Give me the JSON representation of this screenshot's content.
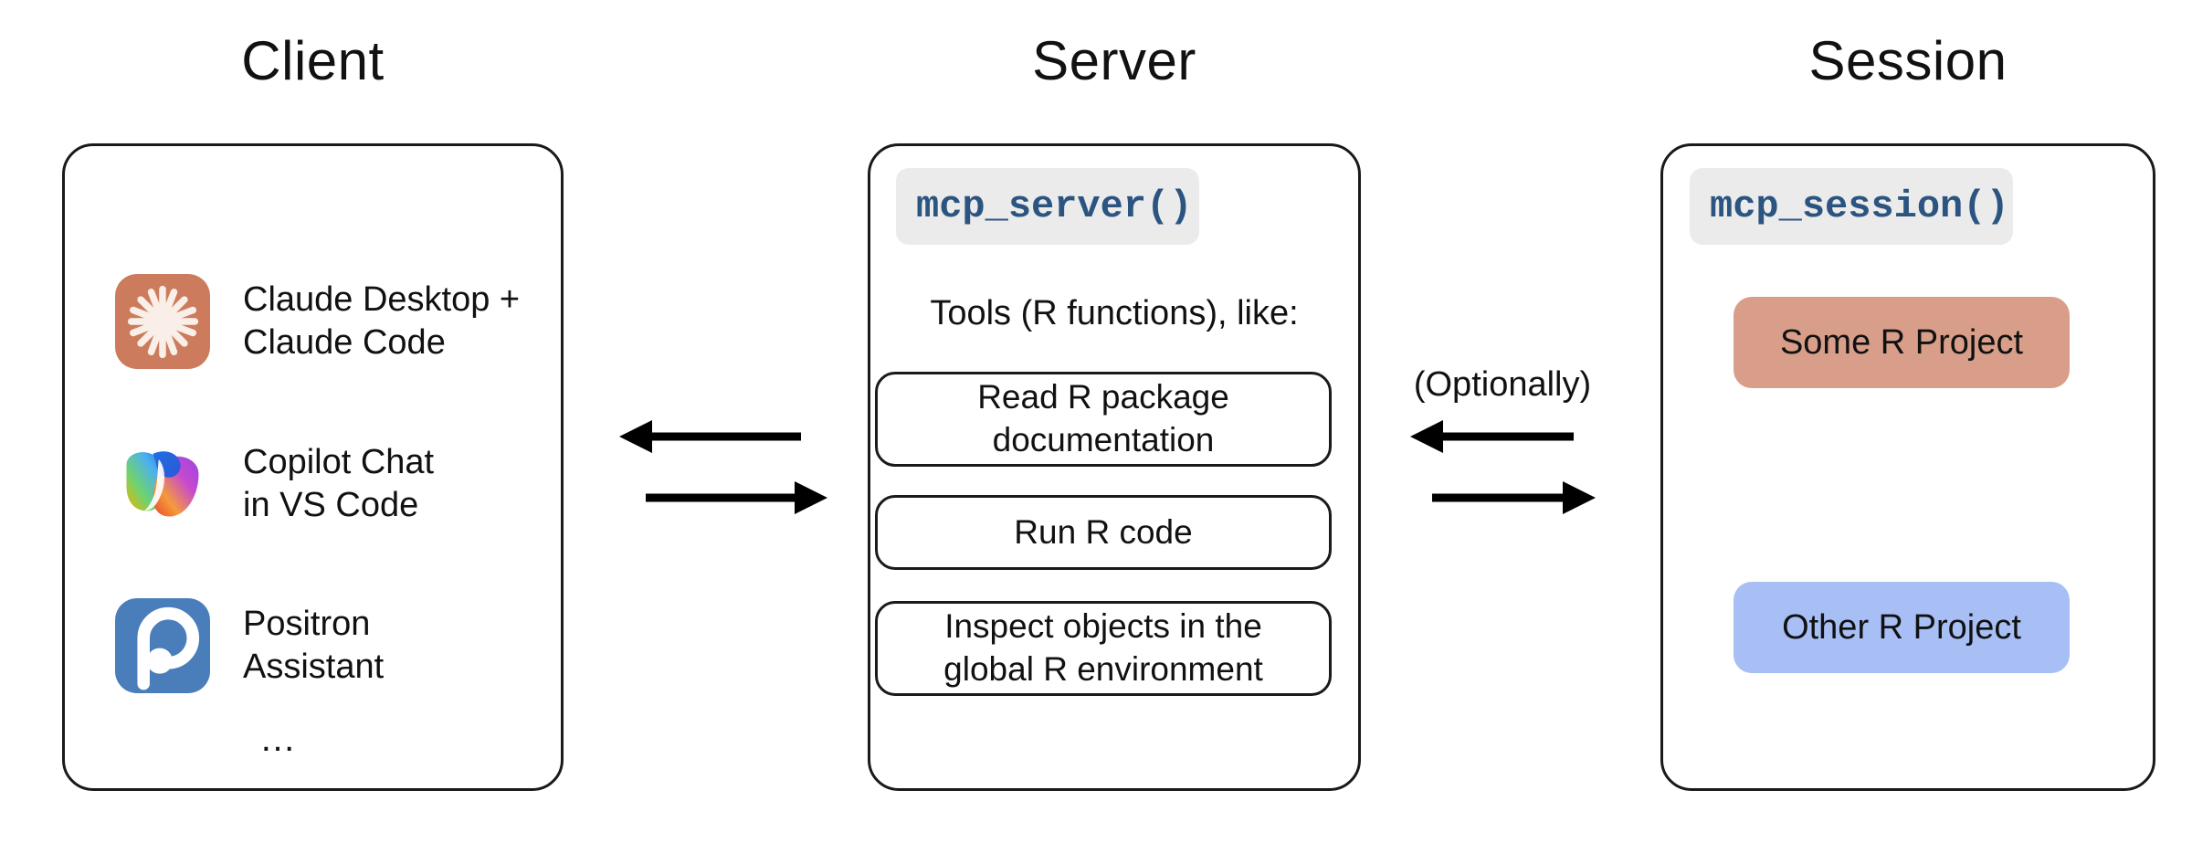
{
  "columns": [
    {
      "title": "Client"
    },
    {
      "title": "Server"
    },
    {
      "title": "Session"
    }
  ],
  "client": {
    "title": "Client",
    "items": [
      {
        "icon": "claude-icon",
        "label": "Claude Desktop +\nClaude Code"
      },
      {
        "icon": "copilot-icon",
        "label": "Copilot Chat\nin VS Code"
      },
      {
        "icon": "positron-icon",
        "label": "Positron\nAssistant"
      }
    ],
    "more": "…"
  },
  "server": {
    "title": "Server",
    "code_badge": "mcp_server()",
    "tools_caption": "Tools (R functions), like:",
    "tools": [
      {
        "label": "Read R package\ndocumentation"
      },
      {
        "label": "Run R code"
      },
      {
        "label": "Inspect objects in the\nglobal R environment"
      }
    ]
  },
  "session": {
    "title": "Session",
    "code_badge": "mcp_session()",
    "projects": [
      {
        "label": "Some R Project",
        "color": "#d89e8a"
      },
      {
        "label": "Other R Project",
        "color": "#a8bff5"
      }
    ]
  },
  "connectors": [
    {
      "id": "client-server",
      "label": "",
      "arrows": [
        {
          "direction": "left"
        },
        {
          "direction": "right"
        }
      ]
    },
    {
      "id": "server-session",
      "label": "(Optionally)",
      "arrows": [
        {
          "direction": "left"
        },
        {
          "direction": "right"
        }
      ]
    }
  ],
  "colors": {
    "stroke": "#1a1a1a",
    "code_badge_bg": "#ebebeb",
    "code_badge_fg": "#2b5580",
    "claude_icon_bg": "#cc7c5d",
    "claude_icon_fg": "#faeee8",
    "positron_icon_bg": "#4a7ebb",
    "positron_icon_fg": "#ffffff",
    "project_some": "#d89e8a",
    "project_other": "#a8bff5",
    "text": "#111111",
    "background": "#ffffff"
  }
}
